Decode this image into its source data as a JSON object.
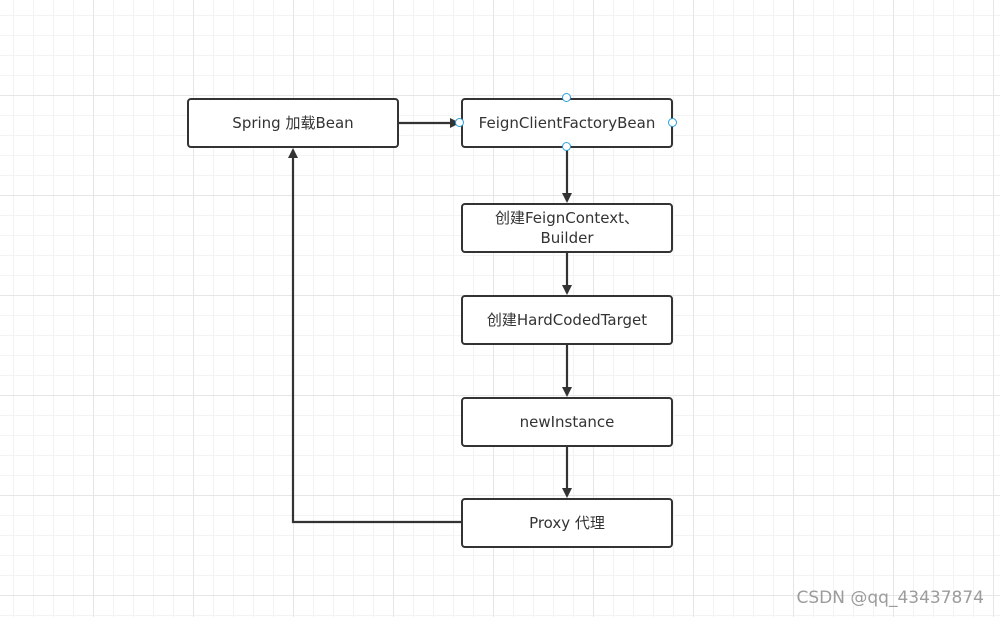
{
  "nodes": {
    "spring_load_bean": "Spring 加载Bean",
    "feign_client_factory_bean": "FeignClientFactoryBean",
    "create_feign_context_builder": "创建FeignContext、Builder",
    "create_hard_coded_target": "创建HardCodedTarget",
    "new_instance": "newInstance",
    "proxy": "Proxy 代理"
  },
  "watermark": "CSDN @qq_43437874",
  "colors": {
    "stroke": "#333333",
    "handle": "#29a1e0",
    "grid": "#e6e6e6"
  }
}
